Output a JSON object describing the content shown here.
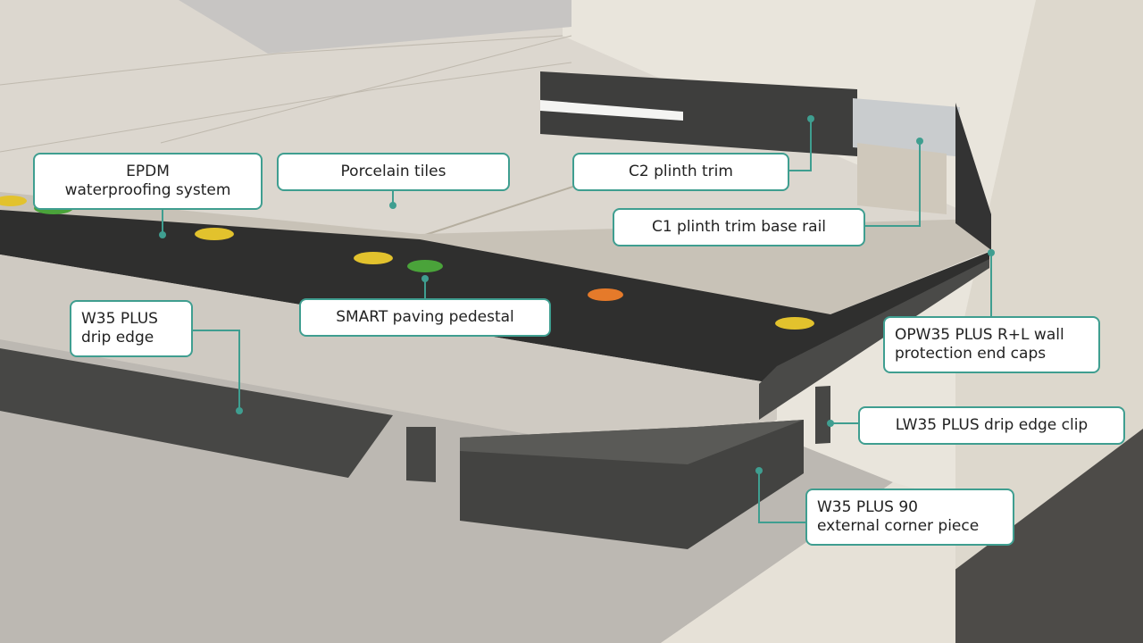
{
  "colors": {
    "accent": "#3f9e90",
    "membrane": "#2f2f2e",
    "tile": "#dcd7cf",
    "wall": "#e6e1d7",
    "profile": "#4a4a48"
  },
  "labels": {
    "epdm": {
      "line1": "EPDM",
      "line2": "waterproofing system"
    },
    "tiles": {
      "line1": "Porcelain tiles"
    },
    "c2": {
      "line1": "C2 plinth trim"
    },
    "c1": {
      "line1": "C1 plinth trim base rail"
    },
    "opw": {
      "line1": "OPW35 PLUS R+L wall",
      "line2": "protection end caps"
    },
    "lw": {
      "line1": "LW35 PLUS drip edge clip"
    },
    "corner": {
      "line1": "W35 PLUS 90",
      "line2": "external corner piece"
    },
    "pedestal": {
      "line1": "SMART paving pedestal"
    },
    "drip": {
      "line1": "W35 PLUS",
      "line2": "drip edge"
    }
  }
}
